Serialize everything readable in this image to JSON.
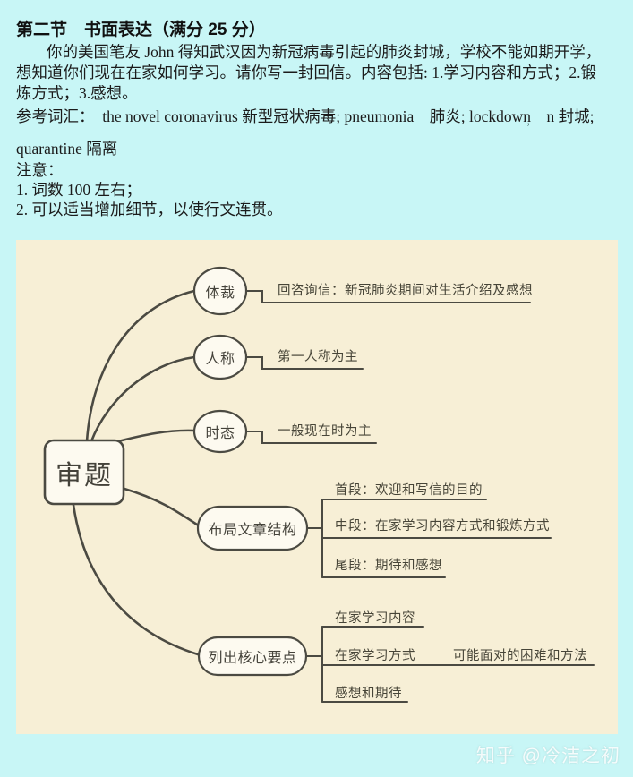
{
  "document": {
    "section_title": "第二节　书面表达（满分 25 分）",
    "lines": [
      "你的美国笔友 John 得知武汉因为新冠病毒引起的肺炎封城，学校不能如期开学，",
      "想知道你们现在在家如何学习。请你写一封回信。内容包括: 1.学习内容和方式；2.锻",
      "炼方式；3.感想。"
    ],
    "vocab_line": "参考词汇：　the novel coronavirus 新型冠状病毒; pneumonia　肺炎; lockdown　n 封城;",
    "vocab_line_2": "quarantine 隔离",
    "notes_label": "注意：",
    "notes": [
      "1. 词数 100 左右；",
      "2. 可以适当增加细节，以使行文连贯。"
    ],
    "stray_mark": "’"
  },
  "mindmap": {
    "root_label": "审题",
    "branches": [
      {
        "label": "体裁",
        "detail": "回咨询信：新冠肺炎期间对生活介绍及感想"
      },
      {
        "label": "人称",
        "detail": "第一人称为主"
      },
      {
        "label": "时态",
        "detail": "一般现在时为主"
      },
      {
        "label": "布局文章结构",
        "children": [
          "首段：欢迎和写信的目的",
          "中段：在家学习内容方式和锻炼方式",
          "尾段：期待和感想"
        ]
      },
      {
        "label": "列出核心要点",
        "children": [
          "在家学习内容",
          "在家学习方式",
          "感想和期待"
        ],
        "note": "可能面对的困难和方法"
      }
    ]
  },
  "watermark": "知乎 @冷洁之初",
  "colors": {
    "page_bg": "#c8f6f6",
    "panel_bg": "#f7efd6",
    "node_fill": "#fdfaf0",
    "stroke": "#4b4a42",
    "doc_text": "#1b1b1b",
    "diagram_text": "#474538",
    "watermark_text": "#e6fdfd"
  }
}
